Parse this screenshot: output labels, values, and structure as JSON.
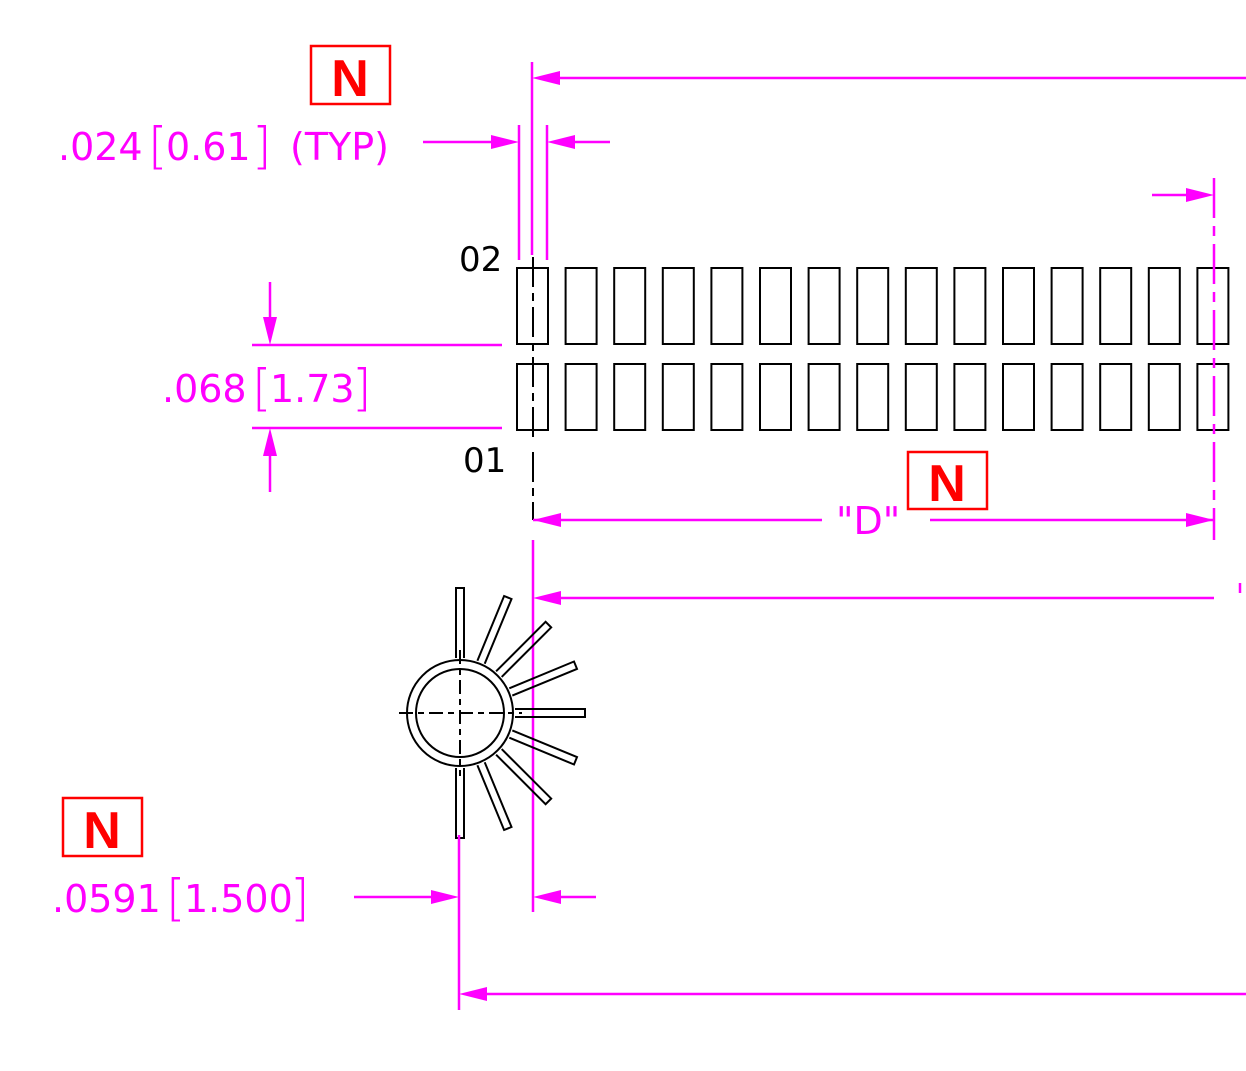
{
  "colors": {
    "dimension": "#ff00ff",
    "badge": "#ff0000",
    "part": "#000000"
  },
  "badges": {
    "top": "N",
    "middle": "N",
    "bottom": "N"
  },
  "dims": {
    "pin_width": {
      "inch": ".024",
      "mm": "0.61",
      "note": "(TYP)"
    },
    "row_pitch": {
      "inch": ".068",
      "mm": "1.73"
    },
    "pitch_d": {
      "label": "\"D\""
    },
    "hole": {
      "inch": ".0591",
      "mm": "1.500"
    }
  },
  "pins": {
    "top_label": "02",
    "bottom_label": "01",
    "per_row": 15
  }
}
